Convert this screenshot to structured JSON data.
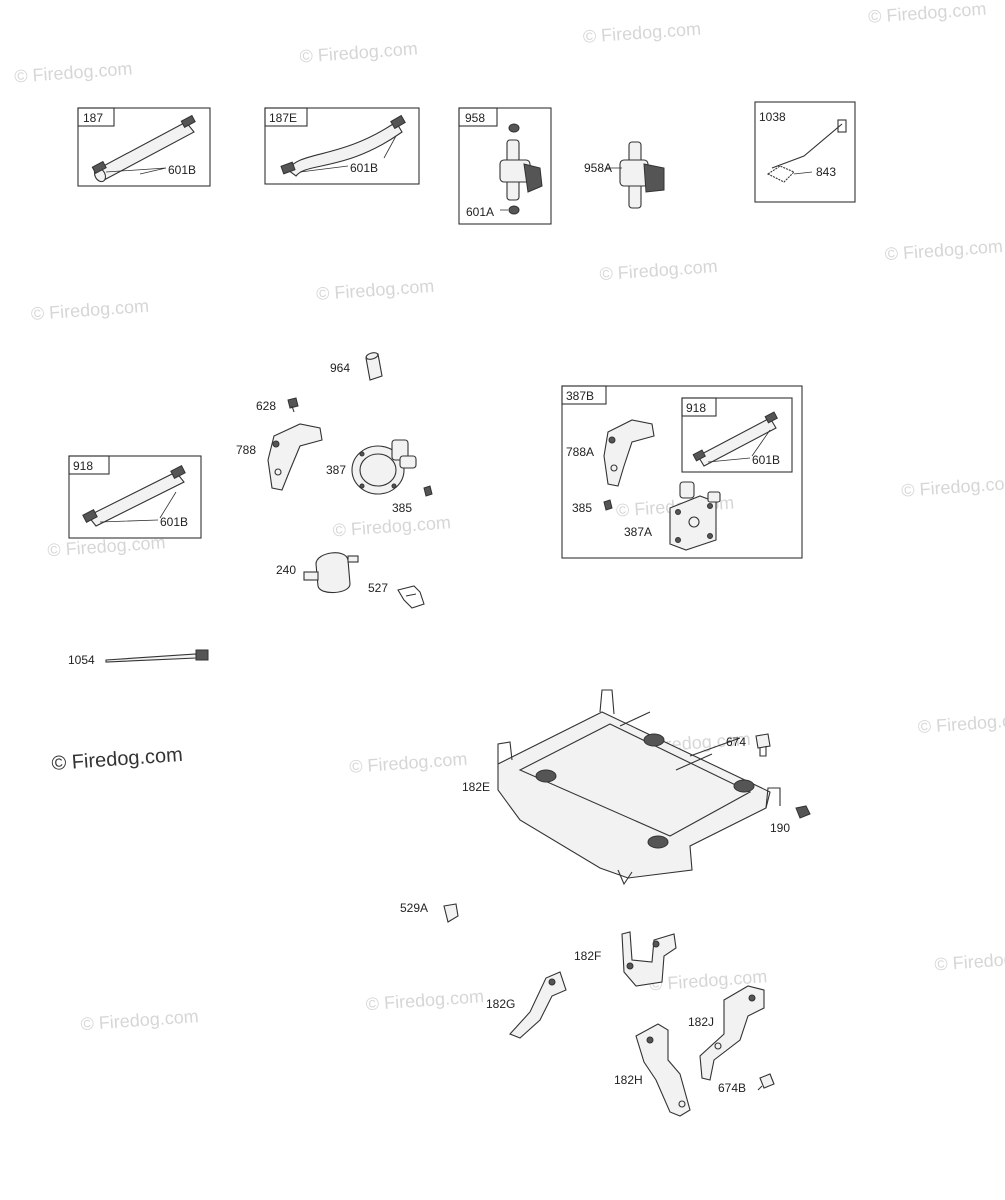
{
  "watermark": {
    "text": "© Firedog.com",
    "main_text": "© Firedog.com"
  },
  "boxes": {
    "b187": "187",
    "b187E": "187E",
    "b958": "958",
    "b1038": "1038",
    "b918_left": "918",
    "b387B": "387B",
    "b918_inner": "918"
  },
  "callouts": {
    "c601B_1": "601B",
    "c601B_2": "601B",
    "c601A": "601A",
    "c958A": "958A",
    "c843": "843",
    "c964": "964",
    "c628": "628",
    "c788": "788",
    "c387": "387",
    "c385": "385",
    "c601B_3": "601B",
    "c788A": "788A",
    "c601B_4": "601B",
    "c385_b": "385",
    "c387A": "387A",
    "c240": "240",
    "c527": "527",
    "c1054": "1054",
    "c674": "674",
    "c182E": "182E",
    "c190": "190",
    "c529A": "529A",
    "c182F": "182F",
    "c182G": "182G",
    "c182J": "182J",
    "c182H": "182H",
    "c674B": "674B"
  }
}
